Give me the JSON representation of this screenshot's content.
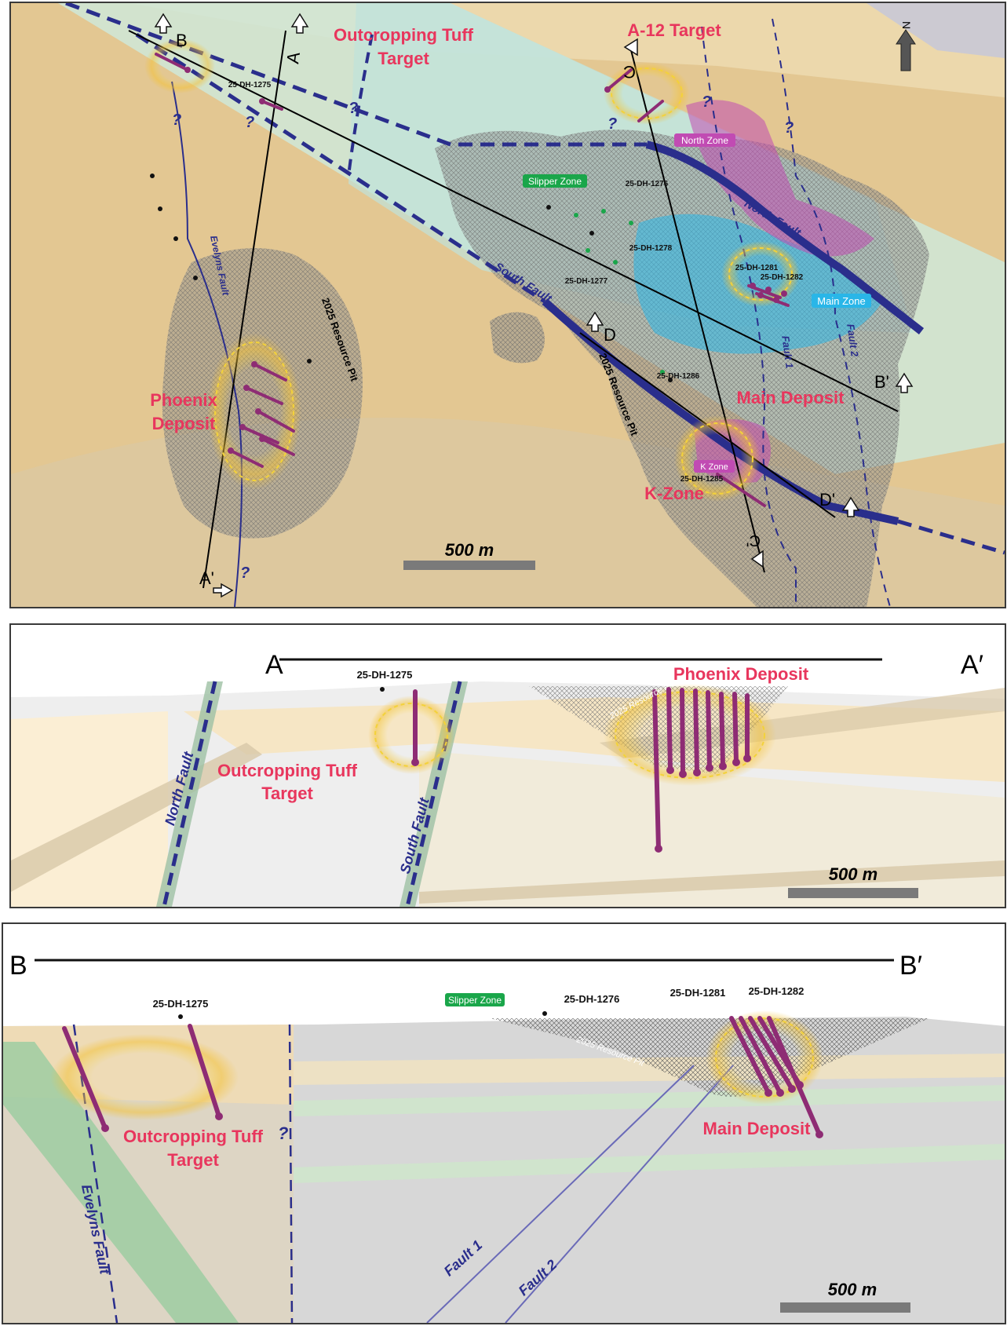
{
  "plan": {
    "north_arrow": "N",
    "targets": {
      "outcropping_tuff_line1": "Outcropping Tuff",
      "outcropping_tuff_line2": "Target",
      "a12": "A-12 Target",
      "phoenix_line1": "Phoenix",
      "phoenix_line2": "Deposit",
      "main_deposit": "Main Deposit",
      "k_zone": "K-Zone"
    },
    "zones": {
      "slipper": "Slipper Zone",
      "north": "North Zone",
      "main": "Main Zone",
      "k": "K Zone"
    },
    "faults": {
      "north": "North Fault",
      "south": "South Fault",
      "evelyns": "Evelyns Fault",
      "fault1": "Fault 1",
      "fault2": "Fault 2"
    },
    "pits": {
      "west": "2025 Resource Pit",
      "east": "2025 Resource Pit"
    },
    "drillholes": {
      "h1275": "25-DH-1275",
      "h1276": "25-DH-1276",
      "h1278": "25-DH-1278",
      "h1277": "25-DH-1277",
      "h1281": "25-DH-1281",
      "h1282": "25-DH-1282",
      "h1286": "25-DH-1286",
      "h1285": "25-DH-1285"
    },
    "sections": {
      "a": "A",
      "a_prime": "A'",
      "b": "B",
      "b_prime": "B'",
      "c": "C",
      "c_prime": "C'",
      "d": "D",
      "d_prime": "D'"
    },
    "unknown": "?",
    "scale": "500 m"
  },
  "section_a": {
    "start": "A",
    "end": "A′",
    "drillhole": "25-DH-1275",
    "deposit": "Phoenix Deposit",
    "pit": "2025 Resource Pit",
    "north_fault": "North Fault",
    "south_fault": "South Fault",
    "target_line1": "Outcropping Tuff",
    "target_line2": "Target",
    "scale": "500 m"
  },
  "section_b": {
    "start": "B",
    "end": "B′",
    "drillholes": {
      "h1275": "25-DH-1275",
      "h1276": "25-DH-1276",
      "h1281": "25-DH-1281",
      "h1282": "25-DH-1282"
    },
    "slipper": "Slipper Zone",
    "pit": "2025 Resource Pit",
    "evelyns_fault": "Evelyns Fault",
    "fault1": "Fault 1",
    "fault2": "Fault 2",
    "target_line1": "Outcropping Tuff",
    "target_line2": "Target",
    "deposit": "Main Deposit",
    "unknown": "?",
    "scale": "500 m"
  },
  "colors": {
    "label_red": "#e8365d",
    "fault_blue": "#2a2e8c",
    "zone_green": "#1aa64a",
    "zone_cyan": "#29b6e8",
    "zone_magenta": "#c14bb3",
    "terrain_tan": "#e3c792",
    "halo_yellow": "#f3d23a",
    "drill_purple": "#8e2c74"
  }
}
